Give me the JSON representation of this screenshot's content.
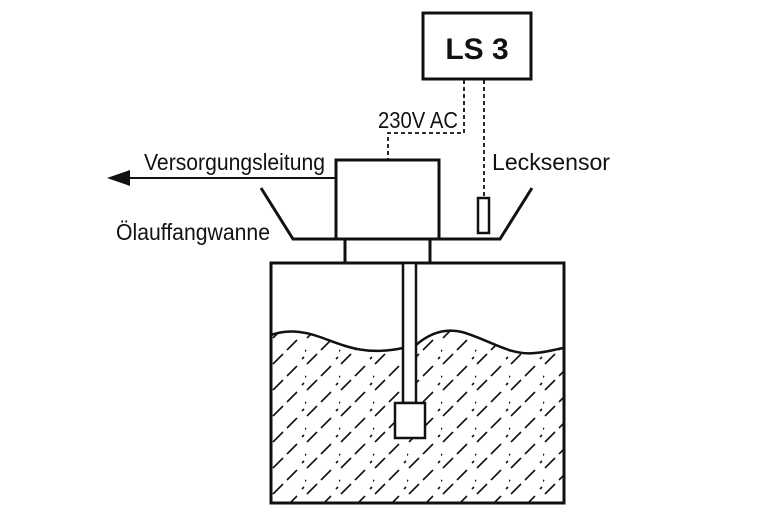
{
  "controller": {
    "label": "LS 3"
  },
  "labels": {
    "power": "230V AC",
    "supply_line": "Versorgungsleitung",
    "leak_sensor": "Lecksensor",
    "drip_tray": "Ölauffangwanne"
  },
  "colors": {
    "line": "#111111",
    "background": "#ffffff"
  }
}
